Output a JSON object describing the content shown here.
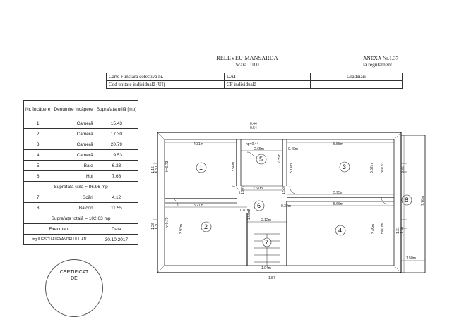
{
  "header": {
    "title": "RELEVEU MANSARDA",
    "scale": "Scara 1:100",
    "annex_line1": "ANEXA Nr.1.37",
    "annex_line2": "la regulament"
  },
  "cadastral": {
    "carte_label": "Carte Funciara colectivă nr.",
    "uat_label": "UAT",
    "uat_value": "Grădinari",
    "cod_label": "Cod unitate individuală (UI)",
    "cf_label": "CF individuală"
  },
  "rooms_table": {
    "headers": [
      "Nr. încăpere",
      "Denumire încăpere",
      "Suprafata utilă [mp]"
    ],
    "rows": [
      {
        "nr": "1",
        "name": "Cameră",
        "area": "15.43"
      },
      {
        "nr": "2",
        "name": "Cameră",
        "area": "17.30"
      },
      {
        "nr": "3",
        "name": "Cameră",
        "area": "20.79"
      },
      {
        "nr": "4",
        "name": "Cameră",
        "area": "19.53"
      },
      {
        "nr": "5",
        "name": "Baie",
        "area": "6.23"
      },
      {
        "nr": "6",
        "name": "Hol",
        "area": "7.68"
      }
    ],
    "useful_total": "Suprafața utilă = 86.96 mp",
    "rows2": [
      {
        "nr": "7",
        "name": "Scări",
        "area": "4.12"
      },
      {
        "nr": "8",
        "name": "Balcon",
        "area": "11.55"
      }
    ],
    "grand_total": "Suprafața totală = 102.63 mp",
    "executant_label": "Executant",
    "date_label": "Data",
    "executant_name": "ing.ILIESCU ALEXANDRU IULIAN",
    "date_value": "30.10.2017"
  },
  "stamp": {
    "line1": "CERTIFICAT",
    "line2": "DE"
  },
  "plan": {
    "rooms": [
      "1",
      "2",
      "3",
      "4",
      "5",
      "6",
      "7",
      "8"
    ],
    "dims": {
      "d0_44": "0.44",
      "d0_54": "0.54",
      "d4_31": "4.31m",
      "d5_55": "5.55m",
      "hp": "hp=0.44",
      "d2_65": "2.65m",
      "d0_40": "0.40m",
      "h073": "h=0.73",
      "d3_56": "3.56m",
      "d2_35": "2.35m",
      "d3_14": "3.14m",
      "d3_52": "3.52m",
      "h083": "h=0.83",
      "d1_15": "1.15",
      "d1_30": "1.30",
      "d0_86": "0.86",
      "d2_67": "2.67m",
      "d1_97": "1.97m",
      "d1_58": "1.58m",
      "d5_95": "5.95m",
      "d5_21": "5.21m",
      "d0_87": "0.87m",
      "d1_56": "1.56m",
      "d0_32": "0.32m",
      "d5_66": "5.66m",
      "d7_70": "7.70m",
      "d1_26": "1.26",
      "d1_30b": "1.30",
      "h070": "h=0.70",
      "d3_92": "3.92m",
      "d2_12": "2.12m",
      "d3_45": "3.45m",
      "h086": "h=0.86",
      "d1_31": "1.31",
      "d1_30c": "1.30",
      "d1_50": "1.50m",
      "d1_04": "1.04m",
      "d1_57": "1.57"
    }
  }
}
